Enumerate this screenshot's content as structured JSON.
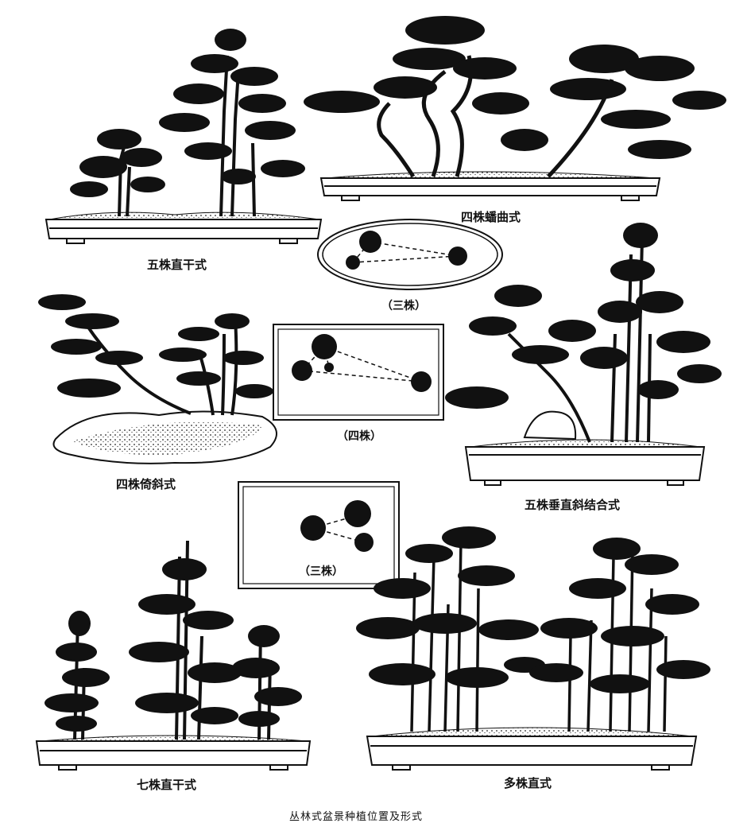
{
  "title": "丛林式盆景种植位置及形式",
  "groups": [
    {
      "id": "five-straight",
      "label": "五株直干式"
    },
    {
      "id": "four-winding",
      "label": "四株蟠曲式"
    },
    {
      "id": "four-leaning",
      "label": "四株倚斜式"
    },
    {
      "id": "five-vertical-slant",
      "label": "五株垂直斜结合式"
    },
    {
      "id": "seven-straight",
      "label": "七株直干式"
    },
    {
      "id": "many-straight",
      "label": "多株直式"
    }
  ],
  "layouts": [
    {
      "id": "oval-three",
      "label": "（三株）",
      "shape": "oval"
    },
    {
      "id": "rect-four",
      "label": "（四株）",
      "shape": "rectangle"
    },
    {
      "id": "rect-three",
      "label": "（三株）",
      "shape": "rectangle"
    }
  ],
  "colors": {
    "ink": "#111111",
    "paper": "#ffffff"
  }
}
